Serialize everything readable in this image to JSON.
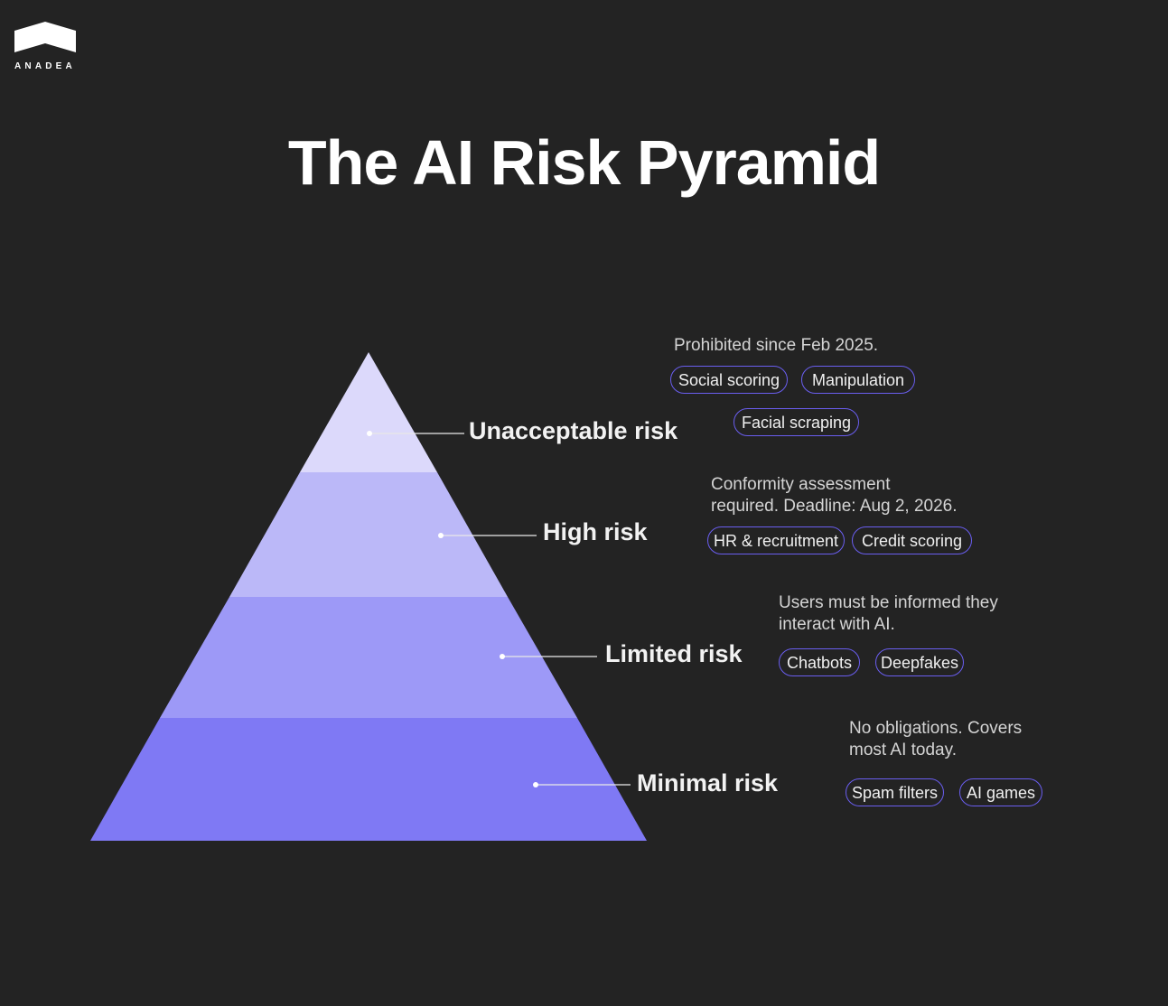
{
  "logo": {
    "text": "ANADEA"
  },
  "title": "The AI Risk Pyramid",
  "colors": {
    "background": "#232323",
    "chip_border": "#6a5ef0",
    "tier_1": "#dcd9fb",
    "tier_2": "#bbb8f8",
    "tier_3": "#9d99f7",
    "tier_4": "#7f79f4"
  },
  "tiers": [
    {
      "label": "Unacceptable risk",
      "description": "Prohibited since Feb 2025.",
      "examples": [
        "Social scoring",
        "Manipulation",
        "Facial scraping"
      ]
    },
    {
      "label": "High risk",
      "description_lines": [
        "Conformity assessment",
        "required. Deadline: Aug 2, 2026."
      ],
      "examples": [
        "HR & recruitment",
        "Credit scoring"
      ]
    },
    {
      "label": "Limited risk",
      "description_lines": [
        "Users must be informed they",
        "interact with AI."
      ],
      "examples": [
        "Chatbots",
        "Deepfakes"
      ]
    },
    {
      "label": "Minimal risk",
      "description_lines": [
        "No obligations. Covers",
        "most AI today."
      ],
      "examples": [
        "Spam filters",
        "AI games"
      ]
    }
  ]
}
